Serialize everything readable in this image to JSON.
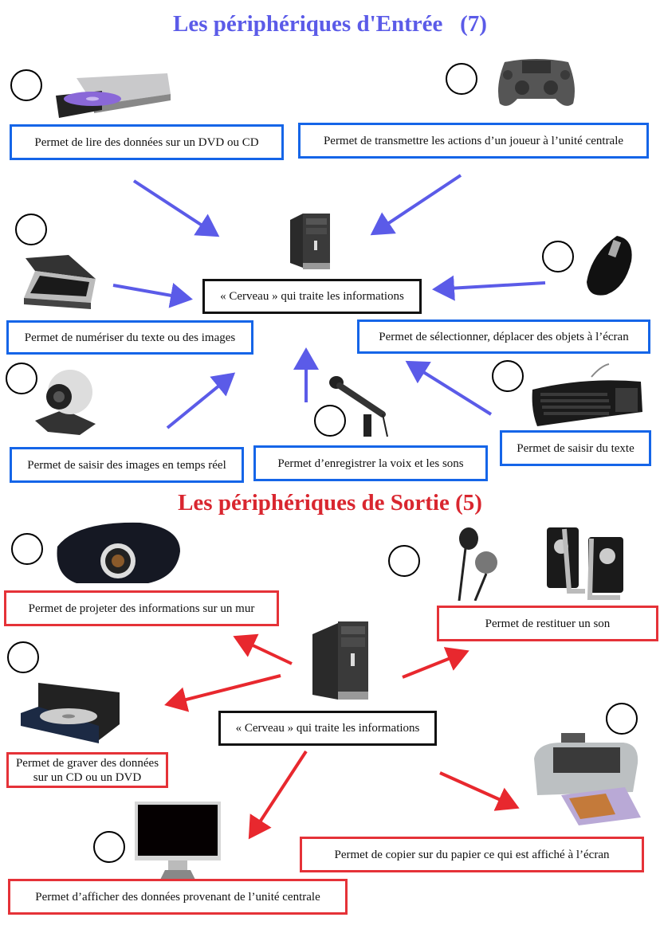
{
  "colors": {
    "input": "#5b5be8",
    "output": "#d9262f",
    "input_border": "#1565e8",
    "output_border": "#e53238"
  },
  "input_section": {
    "title": "Les périphériques d'Entrée   (7)",
    "center_label": "« Cerveau » qui traite les informations",
    "devices": [
      {
        "icon": "dvd-reader-icon",
        "label": "Permet de lire des données sur un DVD ou CD"
      },
      {
        "icon": "gamepad-icon",
        "label": "Permet de transmettre les actions d’un joueur à l’unité centrale"
      },
      {
        "icon": "scanner-icon",
        "label": "Permet de numériser du texte ou des images"
      },
      {
        "icon": "mouse-icon",
        "label": "Permet de sélectionner, déplacer des objets à l’écran"
      },
      {
        "icon": "webcam-icon",
        "label": "Permet de saisir des images en temps réel"
      },
      {
        "icon": "microphone-icon",
        "label": "Permet d’enregistrer la voix et les sons"
      },
      {
        "icon": "keyboard-icon",
        "label": "Permet de saisir du texte"
      }
    ]
  },
  "output_section": {
    "title": "Les périphériques de Sortie (5)",
    "center_label": "« Cerveau » qui traite les informations",
    "devices": [
      {
        "icon": "projector-icon",
        "label": "Permet de projeter des informations sur un mur"
      },
      {
        "icon": "speakers-icon",
        "label": "Permet de restituer un son"
      },
      {
        "icon": "dvd-burner-icon",
        "label": "Permet de graver des données\nsur un CD ou un DVD"
      },
      {
        "icon": "printer-icon",
        "label": "Permet de copier sur du papier ce qui est affiché à l’écran"
      },
      {
        "icon": "monitor-icon",
        "label": "Permet d’afficher des données provenant de l’unité centrale"
      }
    ]
  }
}
